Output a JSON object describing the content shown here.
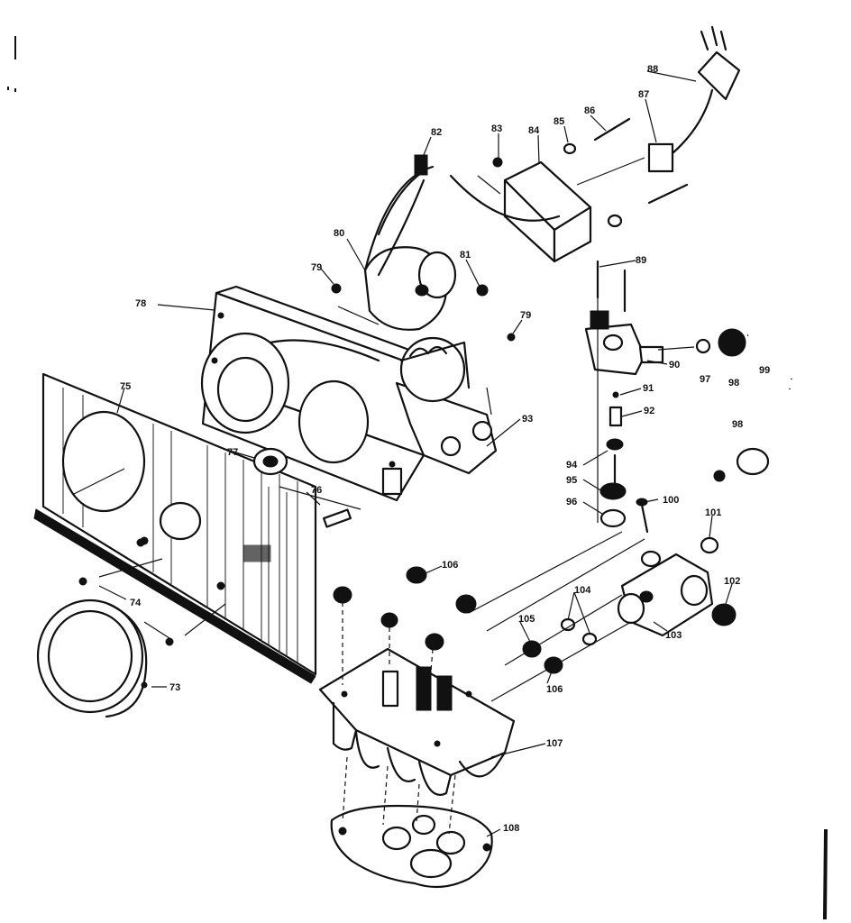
{
  "callouts": [
    {
      "text": "73"
    },
    {
      "text": "74"
    },
    {
      "text": "75"
    },
    {
      "text": "76"
    },
    {
      "text": "77"
    },
    {
      "text": "78"
    },
    {
      "text": "79"
    },
    {
      "text": "79"
    },
    {
      "text": "80"
    },
    {
      "text": "81"
    },
    {
      "text": "82"
    },
    {
      "text": "83"
    },
    {
      "text": "84"
    },
    {
      "text": "85"
    },
    {
      "text": "86"
    },
    {
      "text": "87"
    },
    {
      "text": "88"
    },
    {
      "text": "89"
    },
    {
      "text": "90"
    },
    {
      "text": "91"
    },
    {
      "text": "92"
    },
    {
      "text": "93"
    },
    {
      "text": "94"
    },
    {
      "text": "95"
    },
    {
      "text": "96"
    },
    {
      "text": "97"
    },
    {
      "text": "98"
    },
    {
      "text": "98"
    },
    {
      "text": "99"
    },
    {
      "text": "100"
    },
    {
      "text": "101"
    },
    {
      "text": "102"
    },
    {
      "text": "103"
    },
    {
      "text": "104"
    },
    {
      "text": "105"
    },
    {
      "text": "106"
    },
    {
      "text": "106"
    },
    {
      "text": "107"
    },
    {
      "text": "108"
    }
  ]
}
